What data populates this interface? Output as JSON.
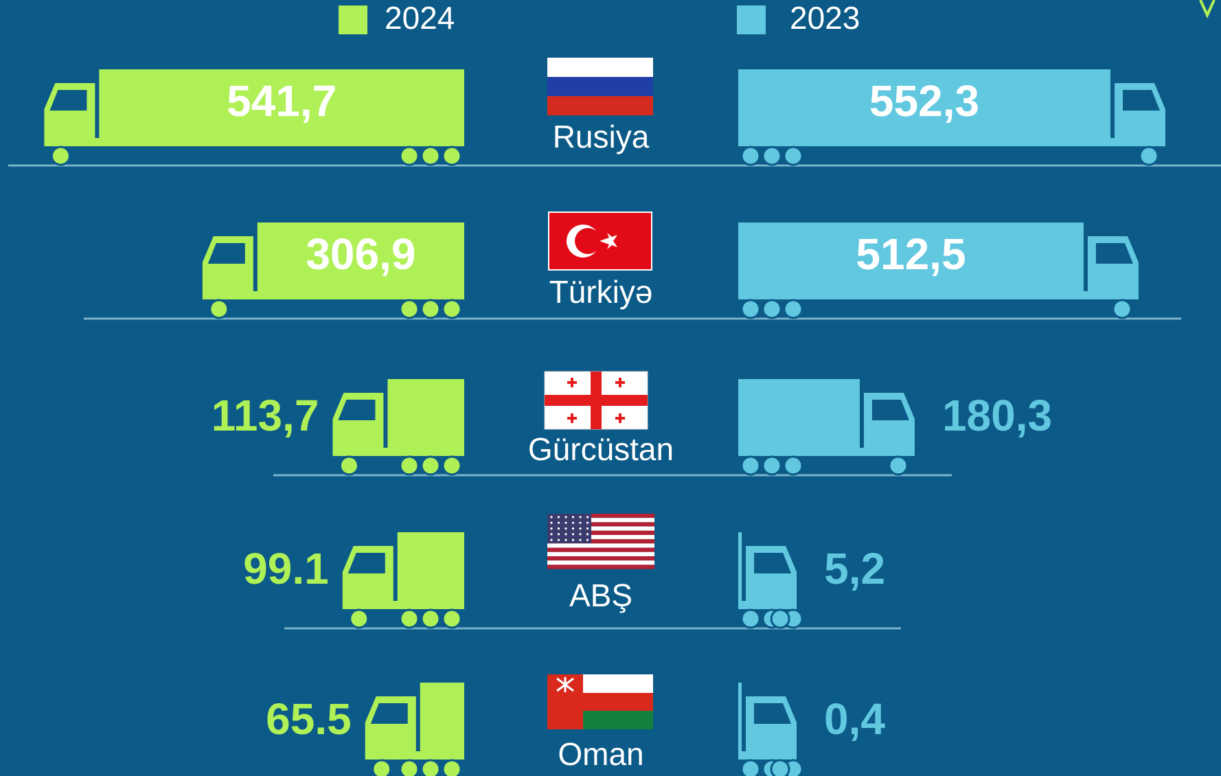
{
  "chart_data": {
    "type": "bar",
    "categories": [
      "Rusiya",
      "Türkiyə",
      "Gürcüstan",
      "ABŞ",
      "Oman"
    ],
    "series": [
      {
        "name": "2024",
        "values": [
          541.7,
          306.9,
          113.7,
          99.1,
          65.5
        ],
        "labels": [
          "541,7",
          "306,9",
          "113,7",
          "99.1",
          "65.5"
        ]
      },
      {
        "name": "2023",
        "values": [
          552.3,
          512.5,
          180.3,
          5.2,
          0.4
        ],
        "labels": [
          "552,3",
          "512,5",
          "180,3",
          "5,2",
          "0,4"
        ]
      }
    ],
    "colors": {
      "2024": "#b0f057",
      "2023": "#62c8e0",
      "background": "#0b5a87",
      "axis": "#7ab3cc"
    },
    "legend_position": "top",
    "mark_style": "truck"
  },
  "flags": [
    "russia-flag-icon",
    "turkey-flag-icon",
    "georgia-flag-icon",
    "usa-flag-icon",
    "oman-flag-icon"
  ]
}
